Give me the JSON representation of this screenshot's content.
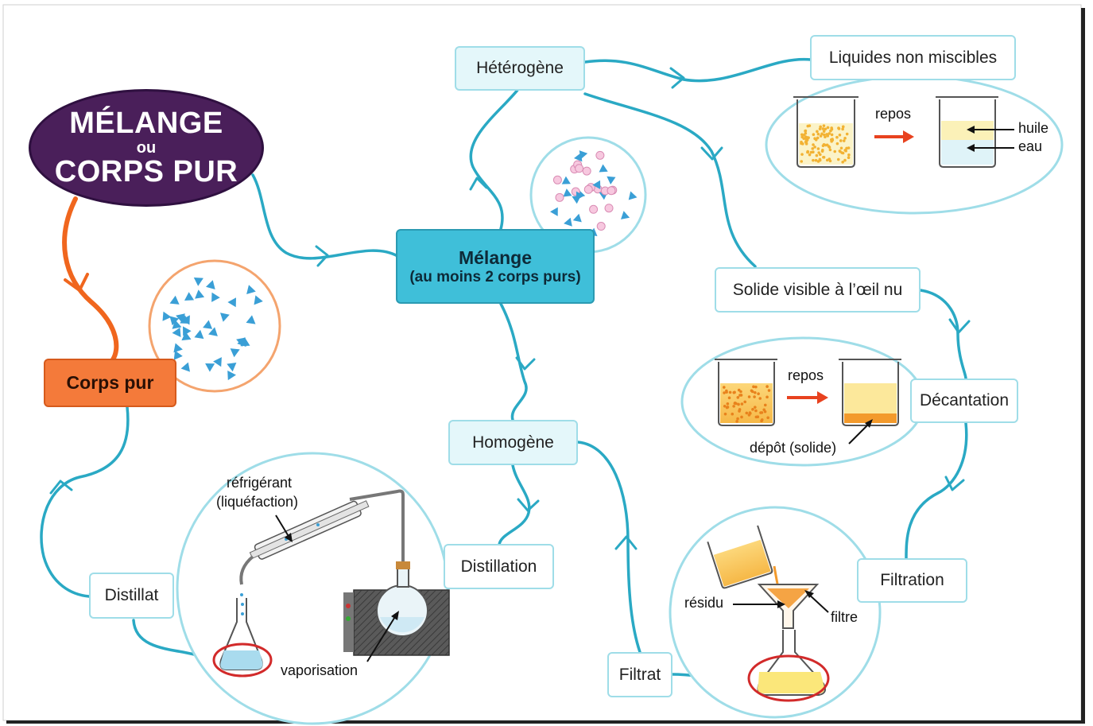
{
  "title_oval": {
    "line1": "MÉLANGE",
    "line2": "ou",
    "line3": "CORPS PUR"
  },
  "nodes": {
    "melange": {
      "line1": "Mélange",
      "line2": "(au moins 2 corps purs)"
    },
    "corps_pur": "Corps pur",
    "heterogene": "Hétérogène",
    "homogene": "Homogène",
    "liquides": "Liquides non miscibles",
    "solide_visible": "Solide visible à l’œil nu",
    "decantation": "Décantation",
    "filtration": "Filtration",
    "filtrat": "Filtrat",
    "distillation": "Distillation",
    "distillat": "Distillat"
  },
  "labels": {
    "repos_1": "repos",
    "huile": "huile",
    "eau": "eau",
    "repos_2": "repos",
    "depot": "dépôt (solide)",
    "residu": "résidu",
    "filtre": "filtre",
    "refrigerant": "réfrigérant",
    "liquefaction": "(liquéfaction)",
    "vaporisation": "vaporisation"
  },
  "colors": {
    "connector": "#2aa9c4",
    "corps_pur_connector": "#f0661e",
    "oval": "#4a1f5a",
    "melange_box": "#3fbfd9",
    "corps_pur_box": "#f47a3a",
    "card_border": "#9fdde8",
    "triangle_particle": "#3a9fd6",
    "circle_particle": "#f7c8df",
    "highlight_ring": "#d22a2a",
    "arrow": "#e8421f"
  }
}
